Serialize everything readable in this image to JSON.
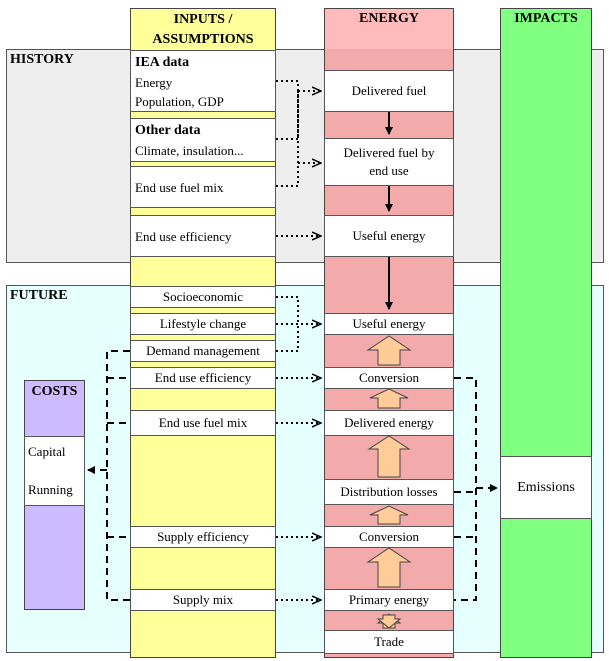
{
  "headers": {
    "inputs": "INPUTS / ASSUMPTIONS",
    "energy": "ENERGY",
    "impacts": "IMPACTS"
  },
  "sections": {
    "history": "HISTORY",
    "future": "FUTURE"
  },
  "history_inputs": {
    "iea_title": "IEA data",
    "iea_lines": [
      "Energy",
      "Population, GDP"
    ],
    "other_title": "Other data",
    "other_line": "Climate, insulation...",
    "fuel_mix": "End use fuel mix",
    "efficiency": "End use efficiency"
  },
  "history_energy": {
    "delivered_fuel": "Delivered fuel",
    "delivered_by_end_use": "Delivered fuel by end use",
    "useful": "Useful energy"
  },
  "future_inputs": {
    "socioeconomic": "Socioeconomic",
    "lifestyle": "Lifestyle change",
    "demand": "Demand management",
    "end_use_efficiency": "End use efficiency",
    "end_use_fuel_mix": "End use fuel mix",
    "supply_efficiency": "Supply efficiency",
    "supply_mix": "Supply mix"
  },
  "future_energy": {
    "useful": "Useful energy",
    "conversion1": "Conversion",
    "delivered": "Delivered energy",
    "distribution": "Distribution losses",
    "conversion2": "Conversion",
    "primary": "Primary energy",
    "trade": "Trade"
  },
  "costs": {
    "title": "COSTS",
    "capital": "Capital",
    "running": "Running"
  },
  "impacts": {
    "emissions": "Emissions"
  },
  "colors": {
    "history_bg": "#eeeeee",
    "future_bg": "#e6ffff",
    "inputs_col": "#ffff99",
    "energy_col": "#f2aaaa",
    "energy_header": "#ffbbbb",
    "impacts_col": "#80ff80",
    "costs_col": "#ccbbff",
    "block_arrow": "#ffcc99"
  }
}
